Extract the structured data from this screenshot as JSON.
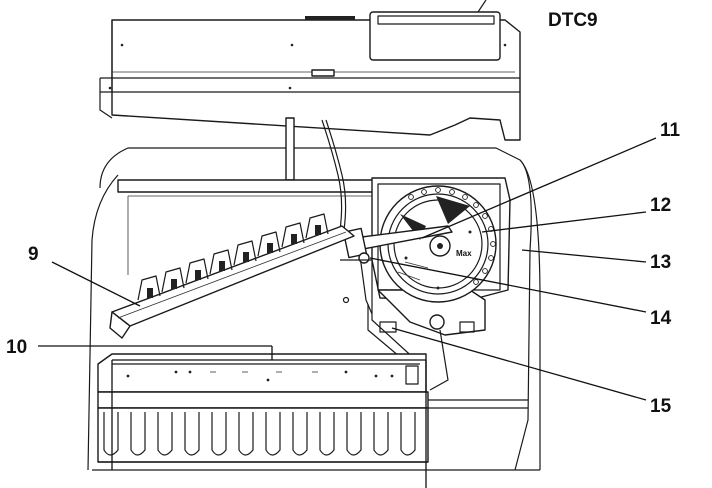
{
  "model": "DTC9",
  "callouts": [
    {
      "id": "9",
      "text": "9"
    },
    {
      "id": "10",
      "text": "10"
    },
    {
      "id": "11",
      "text": "11"
    },
    {
      "id": "12",
      "text": "12"
    },
    {
      "id": "13",
      "text": "13"
    },
    {
      "id": "14",
      "text": "14"
    },
    {
      "id": "15",
      "text": "15"
    }
  ],
  "rotor_marking": "Max",
  "colors": {
    "line": "#1a1a1a",
    "background": "#ffffff",
    "label": "#111111"
  }
}
